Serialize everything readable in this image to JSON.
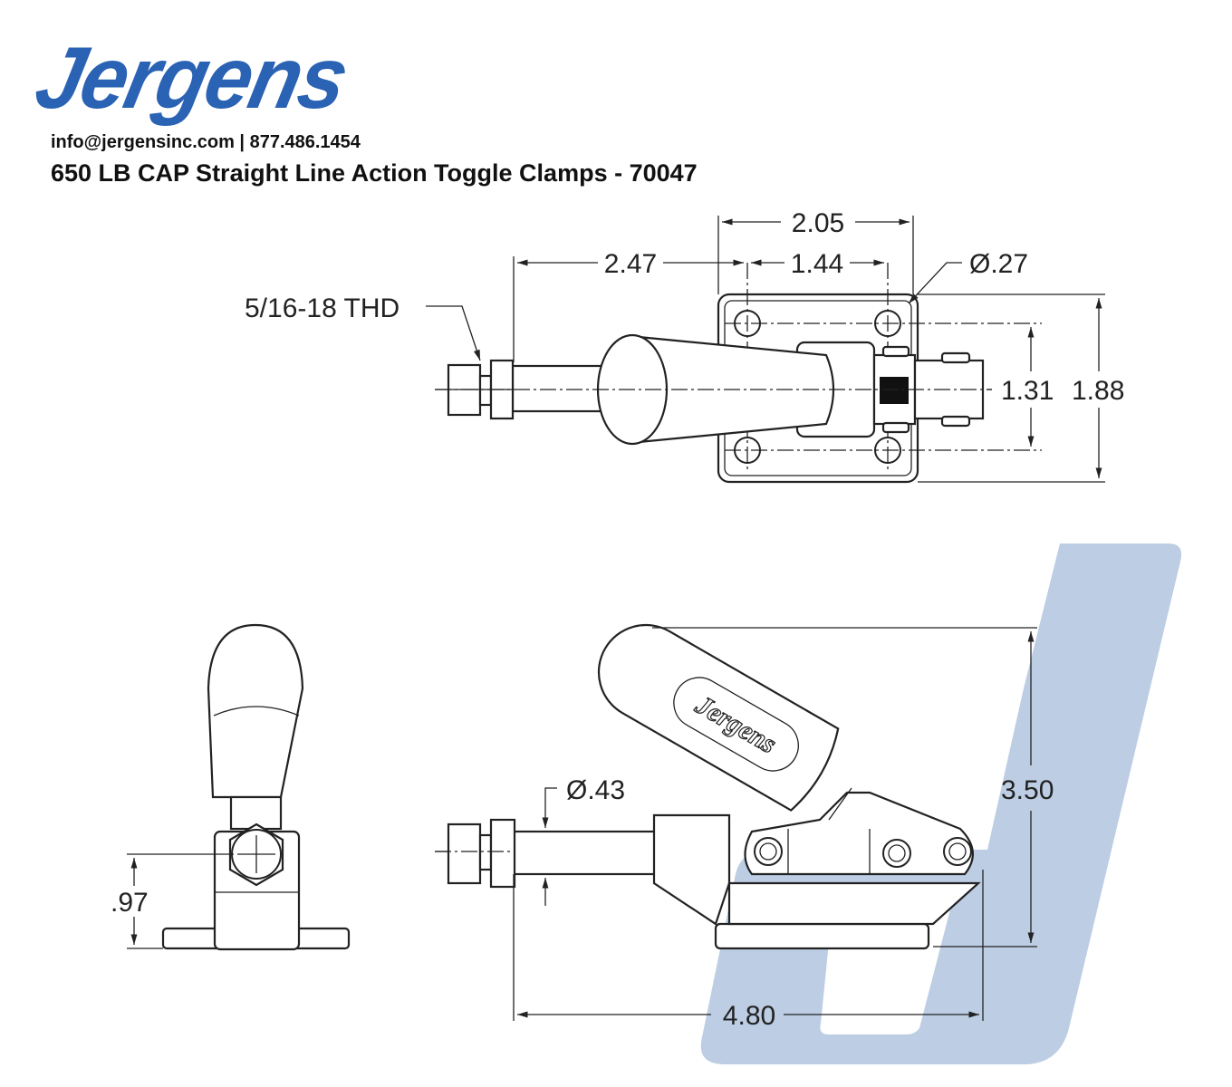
{
  "header": {
    "logo_text": "Jergens",
    "contact": "info@jergensinc.com | 877.486.1454",
    "title": "650 LB CAP Straight Line Action Toggle Clamps - 70047"
  },
  "colors": {
    "brand": "#2a62b4",
    "watermark": "#bccde4",
    "line": "#222222"
  },
  "top_view": {
    "dims": {
      "overall_base_width": "2.05",
      "spindle_to_hole": "2.47",
      "hole_spacing_x": "1.44",
      "hole_diameter": "Ø.27",
      "thread": "5/16-18 THD",
      "hole_spacing_y": "1.31",
      "base_depth": "1.88"
    }
  },
  "end_view": {
    "dims": {
      "center_height": ".97"
    }
  },
  "side_view": {
    "handle_logo": "Jergens",
    "dims": {
      "spindle_diameter": "Ø.43",
      "overall_height": "3.50",
      "overall_length": "4.80"
    }
  }
}
